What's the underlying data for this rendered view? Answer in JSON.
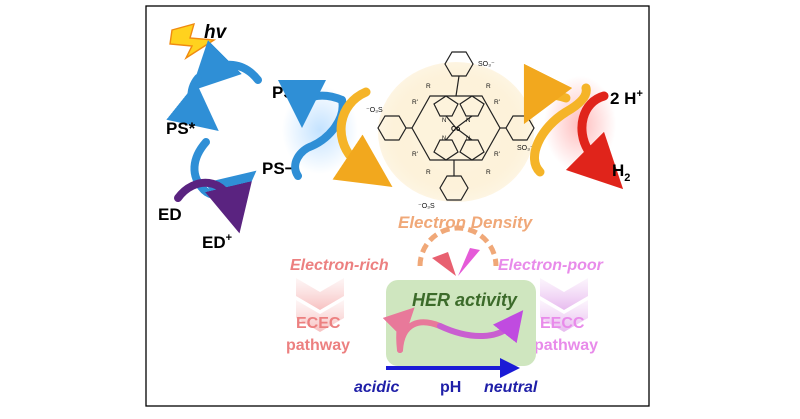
{
  "photocycle": {
    "hv": "hv",
    "ps": "PS",
    "ps_star": "PS*",
    "ps_minus": "PS−",
    "ed": "ED",
    "ed_plus": "ED",
    "ed_plus_sup": "+"
  },
  "catalysis": {
    "h_plus": "2 H",
    "h_plus_sup": "+",
    "h2": "H",
    "h2_sub": "2"
  },
  "catalyst": {
    "metal": "Co",
    "sulfonate_top": "SO₃⁻",
    "sulfonate_left": "⁻O₃S",
    "sulfonate_right": "SO₃⁻",
    "sulfonate_bottom": "⁻O₃S",
    "substituent_r": "R",
    "substituent_r_prime": "R'",
    "nitrogen": "N"
  },
  "trend": {
    "electron_density": "Electron Density",
    "electron_rich": "Electron-rich",
    "electron_poor": "Electron-poor",
    "her_activity": "HER activity",
    "ecec": "ECEC",
    "eecc": "EECC",
    "pathway": "pathway",
    "acidic": "acidic",
    "ph": "pH",
    "neutral": "neutral"
  },
  "colors": {
    "frame": "#000000",
    "blue_arrow": "#2f8fd6",
    "orange_arrow": "#f5b428",
    "purple_arrow": "#6a2c8f",
    "red_arrow": "#e0241b",
    "lightning": "#ffd21e",
    "glow": "#fbeccb",
    "electron_density": "#f0a878",
    "electron_rich": "#ec8080",
    "electron_poor": "#e88bea",
    "her_box": "#cfe6bf",
    "her_text": "#3c6b2a",
    "ph_arrow": "#1b1bd6",
    "acidic_text": "#1f1fa8"
  }
}
